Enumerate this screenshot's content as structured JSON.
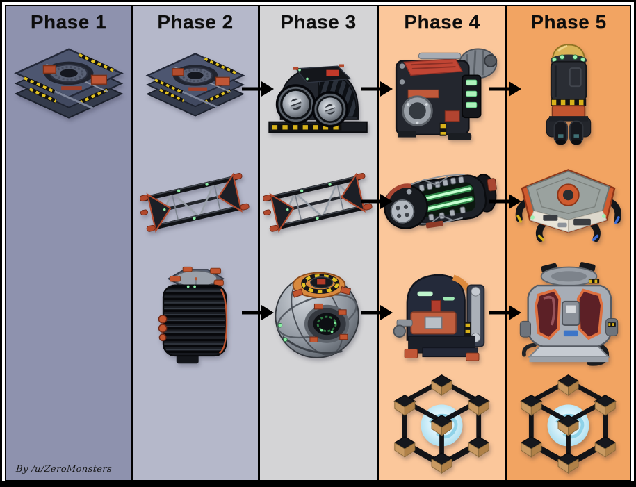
{
  "attribution": "By /u/ZeroMonsters",
  "phases": [
    {
      "label": "Phase 1",
      "bg": "#8e92ae",
      "items": [
        {
          "row": 1,
          "icon": "stacked-plating"
        }
      ]
    },
    {
      "label": "Phase 2",
      "bg": "#b5b8ca",
      "items": [
        {
          "row": 1,
          "icon": "stacked-plating"
        },
        {
          "row": 2,
          "icon": "truss-framework"
        },
        {
          "row": 3,
          "icon": "cable-coil-drum"
        }
      ]
    },
    {
      "label": "Phase 3",
      "bg": "#d4d4d6",
      "items": [
        {
          "row": 1,
          "icon": "twin-cylinder-engine"
        },
        {
          "row": 2,
          "icon": "truss-framework"
        },
        {
          "row": 3,
          "icon": "spherical-control-unit"
        }
      ]
    },
    {
      "label": "Phase 4",
      "bg": "#fbc79b",
      "items": [
        {
          "row": 1,
          "icon": "boxed-engine-with-turbine"
        },
        {
          "row": 2,
          "icon": "capsule-field-generator"
        },
        {
          "row": 3,
          "icon": "console-machine"
        },
        {
          "row": 4,
          "icon": "glowing-cube-frame"
        }
      ]
    },
    {
      "label": "Phase 5",
      "bg": "#f2a462",
      "items": [
        {
          "row": 1,
          "icon": "warp-rocket"
        },
        {
          "row": 2,
          "icon": "hexagonal-server"
        },
        {
          "row": 3,
          "icon": "windowed-pod"
        },
        {
          "row": 4,
          "icon": "glowing-cube-frame"
        }
      ]
    }
  ],
  "arrows": [
    {
      "row": 1,
      "from": "Phase 2",
      "to": "Phase 3"
    },
    {
      "row": 1,
      "from": "Phase 3",
      "to": "Phase 4"
    },
    {
      "row": 1,
      "from": "Phase 4",
      "to": "Phase 5"
    },
    {
      "row": 2,
      "from": "Phase 3",
      "to": "Phase 4"
    },
    {
      "row": 2,
      "from": "Phase 4",
      "to": "Phase 5"
    },
    {
      "row": 3,
      "from": "Phase 2",
      "to": "Phase 3"
    },
    {
      "row": 3,
      "from": "Phase 3",
      "to": "Phase 4"
    },
    {
      "row": 3,
      "from": "Phase 4",
      "to": "Phase 5"
    }
  ],
  "colors": {
    "border": "#000000",
    "page_bg": "#ffffff",
    "arrow": "#000000",
    "header_text": "#0d0d0d"
  }
}
